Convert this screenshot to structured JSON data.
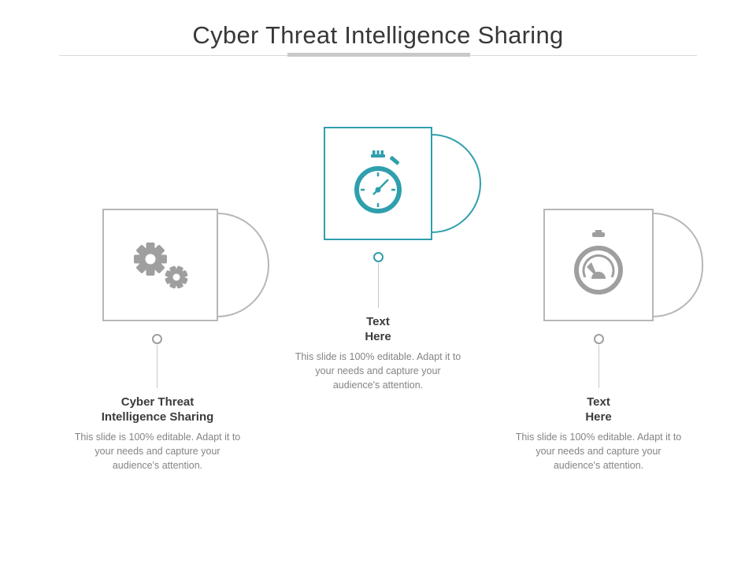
{
  "slide": {
    "title": "Cyber Threat Intelligence Sharing",
    "background_color": "#ffffff",
    "accent_teal": "#2f9fad",
    "accent_gray": "#9f9f9f"
  },
  "items": [
    {
      "icon": "gears-icon",
      "accent": "#9f9f9f",
      "line": "#b7b7b7",
      "title": "Cyber Threat\nIntelligence Sharing",
      "description": "This slide is 100% editable. Adapt it to your needs and capture your audience's attention."
    },
    {
      "icon": "stopwatch-icon",
      "accent": "#2f9fad",
      "line": "#2f9fad",
      "title": "Text\nHere",
      "description": "This slide is 100% editable. Adapt it to your needs and capture your audience's attention."
    },
    {
      "icon": "timer-icon",
      "accent": "#9f9f9f",
      "line": "#b7b7b7",
      "title": "Text\nHere",
      "description": "This slide is 100% editable. Adapt it to your needs and capture your audience's attention."
    }
  ]
}
